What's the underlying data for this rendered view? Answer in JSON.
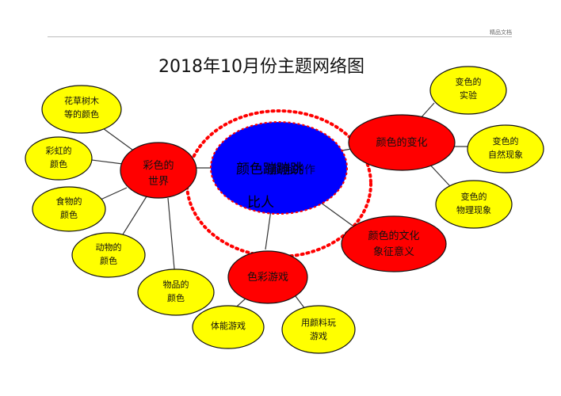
{
  "header": {
    "note": "精品文档"
  },
  "title": "2018年10月份主题网络图",
  "center": {
    "line1": "颜色蹦蹦跳",
    "overlay": "（颜色的作",
    "line2": "比人"
  },
  "main_nodes": {
    "world": {
      "line1": "彩色的",
      "line2": "世界"
    },
    "change": {
      "label": "颜色的变化"
    },
    "culture": {
      "line1": "颜色的文化",
      "line2": "象征意义"
    },
    "game": {
      "label": "色彩游戏"
    }
  },
  "world_children": [
    {
      "line1": "花草树木",
      "line2": "等的颜色"
    },
    {
      "line1": "彩虹的",
      "line2": "颜色"
    },
    {
      "line1": "食物的",
      "line2": "颜色"
    },
    {
      "line1": "动物的",
      "line2": "颜色"
    },
    {
      "line1": "物品的",
      "line2": "颜色"
    }
  ],
  "change_children": [
    {
      "line1": "变色的",
      "line2": "实验"
    },
    {
      "line1": "变色的",
      "line2": "自然现象"
    },
    {
      "line1": "变色的",
      "line2": "物理现象"
    }
  ],
  "game_children": [
    {
      "line1": "体能游戏",
      "line2": ""
    },
    {
      "line1": "用颜料玩",
      "line2": "游戏"
    }
  ],
  "colors": {
    "main_node": "#ff0000",
    "leaf_node": "#ffff00",
    "center_fill": "#0000ff",
    "dotted_ring": "#ff0000",
    "connector": "#333333"
  }
}
